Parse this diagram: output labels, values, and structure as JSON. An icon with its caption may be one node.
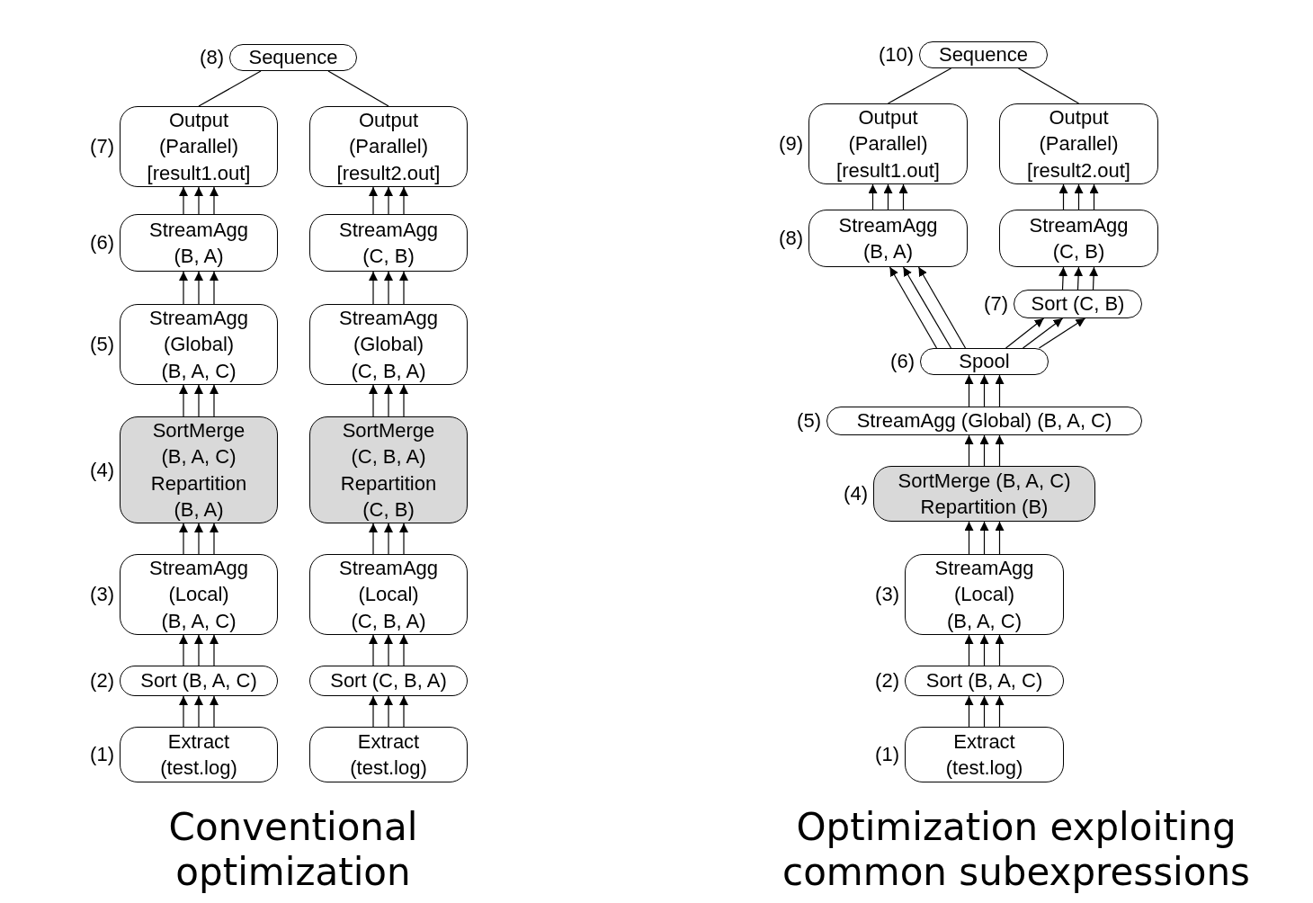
{
  "diagram": {
    "nodes": [
      {
        "text": [
          "Sequence"
        ],
        "beside": [
          "(8)"
        ]
      },
      {
        "text": [
          "Output (Parallel) [result1.out]"
        ],
        "beside": [
          "(7)"
        ]
      },
      {
        "text": [
          "Output (Parallel) [result2.out]"
        ]
      },
      {
        "text": [
          "StreamAgg (B, A)"
        ],
        "beside": [
          "(6)"
        ]
      },
      {
        "text": [
          "StreamAgg (C, B)"
        ]
      },
      {
        "text": [
          "StreamAgg (Global) (B, A, C)"
        ],
        "beside": [
          "(5)"
        ]
      },
      {
        "text": [
          "StreamAgg (Global) (C, B, A)"
        ]
      },
      {
        "text": [
          "SortMerge (B, A, C) Repartition (B, A)"
        ],
        "beside": [
          "(4)"
        ]
      },
      {
        "text": [
          "SortMerge (C, B, A) Repartition (C, B)"
        ]
      },
      {
        "text": [
          "StreamAgg (Local) (B, A, C)"
        ],
        "beside": [
          "(3)"
        ]
      },
      {
        "text": [
          "StreamAgg (Local) (C, B, A)"
        ]
      },
      {
        "text": [
          "Sort (B, A, C)"
        ],
        "beside": [
          "(2)"
        ]
      },
      {
        "text": [
          "Sort (C, B, A)"
        ]
      },
      {
        "text": [
          "Extract (test.log)"
        ],
        "beside": [
          "(1)"
        ]
      },
      {
        "text": [
          "Extract (test.log)"
        ]
      },
      {
        "text": [
          "Sequence"
        ],
        "beside": [
          "(10)"
        ]
      },
      {
        "text": [
          "Output (Parallel) [result1.out]"
        ],
        "beside": [
          "(9)"
        ]
      },
      {
        "text": [
          "Output (Parallel) [result2.out]"
        ]
      },
      {
        "text": [
          "StreamAgg (B, A)"
        ],
        "beside": [
          "(8)"
        ]
      },
      {
        "text": [
          "StreamAgg (C, B)"
        ]
      },
      {
        "text": [
          "Sort (C, B)"
        ],
        "beside": [
          "(7)"
        ]
      },
      {
        "text": [
          "Spool"
        ],
        "beside": [
          "(6)"
        ]
      },
      {
        "text": [
          "StreamAgg (Global) (B, A, C)"
        ],
        "beside": [
          "(5)"
        ]
      },
      {
        "text": [
          "SortMerge (B, A, C) Repartition (B)"
        ],
        "beside": [
          "(4)"
        ]
      },
      {
        "text": [
          "StreamAgg (Local) (B, A, C)"
        ],
        "beside": [
          "(3)"
        ]
      },
      {
        "text": [
          "Sort (B, A, C)"
        ],
        "beside": [
          "(2)"
        ]
      },
      {
        "text": [
          "Extract (test.log)"
        ],
        "beside": [
          "(1)"
        ]
      }
    ],
    "edges": [
      {
        "from": 0,
        "to": 1,
        "arrow": "none"
      },
      {
        "from": 0,
        "to": 2,
        "arrow": "none"
      },
      {
        "from": 3,
        "to": 1,
        "arrow": "to"
      },
      {
        "from": 3,
        "to": 1,
        "arrow": "to"
      },
      {
        "from": 3,
        "to": 1,
        "arrow": "to"
      },
      {
        "from": 4,
        "to": 2,
        "arrow": "to"
      },
      {
        "from": 4,
        "to": 2,
        "arrow": "to"
      },
      {
        "from": 4,
        "to": 2,
        "arrow": "to"
      },
      {
        "from": 5,
        "to": 3,
        "arrow": "to"
      },
      {
        "from": 5,
        "to": 3,
        "arrow": "to"
      },
      {
        "from": 5,
        "to": 3,
        "arrow": "to"
      },
      {
        "from": 6,
        "to": 4,
        "arrow": "to"
      },
      {
        "from": 6,
        "to": 4,
        "arrow": "to"
      },
      {
        "from": 6,
        "to": 4,
        "arrow": "to"
      },
      {
        "from": 7,
        "to": 5,
        "arrow": "to"
      },
      {
        "from": 7,
        "to": 5,
        "arrow": "to"
      },
      {
        "from": 7,
        "to": 5,
        "arrow": "to"
      },
      {
        "from": 8,
        "to": 6,
        "arrow": "to"
      },
      {
        "from": 8,
        "to": 6,
        "arrow": "to"
      },
      {
        "from": 8,
        "to": 6,
        "arrow": "to"
      },
      {
        "from": 9,
        "to": 7,
        "arrow": "to"
      },
      {
        "from": 9,
        "to": 7,
        "arrow": "to"
      },
      {
        "from": 9,
        "to": 7,
        "arrow": "to"
      },
      {
        "from": 10,
        "to": 8,
        "arrow": "to"
      },
      {
        "from": 10,
        "to": 8,
        "arrow": "to"
      },
      {
        "from": 10,
        "to": 8,
        "arrow": "to"
      },
      {
        "from": 11,
        "to": 9,
        "arrow": "to"
      },
      {
        "from": 11,
        "to": 9,
        "arrow": "to"
      },
      {
        "from": 11,
        "to": 9,
        "arrow": "to"
      },
      {
        "from": 12,
        "to": 10,
        "arrow": "to"
      },
      {
        "from": 12,
        "to": 10,
        "arrow": "to"
      },
      {
        "from": 12,
        "to": 10,
        "arrow": "to"
      },
      {
        "from": 13,
        "to": 11,
        "arrow": "to"
      },
      {
        "from": 13,
        "to": 11,
        "arrow": "to"
      },
      {
        "from": 13,
        "to": 11,
        "arrow": "to"
      },
      {
        "from": 14,
        "to": 12,
        "arrow": "to"
      },
      {
        "from": 14,
        "to": 12,
        "arrow": "to"
      },
      {
        "from": 14,
        "to": 12,
        "arrow": "to"
      },
      {
        "from": 15,
        "to": 16,
        "arrow": "none"
      },
      {
        "from": 15,
        "to": 17,
        "arrow": "none"
      },
      {
        "from": 18,
        "to": 16,
        "arrow": "to"
      },
      {
        "from": 18,
        "to": 16,
        "arrow": "to"
      },
      {
        "from": 18,
        "to": 16,
        "arrow": "to"
      },
      {
        "from": 19,
        "to": 17,
        "arrow": "to"
      },
      {
        "from": 19,
        "to": 17,
        "arrow": "to"
      },
      {
        "from": 19,
        "to": 17,
        "arrow": "to"
      },
      {
        "from": 20,
        "to": 19,
        "arrow": "to"
      },
      {
        "from": 20,
        "to": 19,
        "arrow": "to"
      },
      {
        "from": 20,
        "to": 19,
        "arrow": "to"
      },
      {
        "from": 21,
        "to": 18,
        "arrow": "to"
      },
      {
        "from": 21,
        "to": 18,
        "arrow": "to"
      },
      {
        "from": 21,
        "to": 18,
        "arrow": "to"
      },
      {
        "from": 21,
        "to": 20,
        "arrow": "to"
      },
      {
        "from": 21,
        "to": 20,
        "arrow": "to"
      },
      {
        "from": 21,
        "to": 20,
        "arrow": "to"
      },
      {
        "from": 22,
        "to": 21,
        "arrow": "to"
      },
      {
        "from": 22,
        "to": 21,
        "arrow": "to"
      },
      {
        "from": 22,
        "to": 21,
        "arrow": "to"
      },
      {
        "from": 23,
        "to": 22,
        "arrow": "to"
      },
      {
        "from": 23,
        "to": 22,
        "arrow": "to"
      },
      {
        "from": 23,
        "to": 22,
        "arrow": "to"
      },
      {
        "from": 24,
        "to": 23,
        "arrow": "to"
      },
      {
        "from": 24,
        "to": 23,
        "arrow": "to"
      },
      {
        "from": 24,
        "to": 23,
        "arrow": "to"
      },
      {
        "from": 25,
        "to": 24,
        "arrow": "to"
      },
      {
        "from": 25,
        "to": 24,
        "arrow": "to"
      },
      {
        "from": 25,
        "to": 24,
        "arrow": "to"
      },
      {
        "from": 26,
        "to": 25,
        "arrow": "to"
      },
      {
        "from": 26,
        "to": 25,
        "arrow": "to"
      },
      {
        "from": 26,
        "to": 25,
        "arrow": "to"
      }
    ],
    "labels": [
      "Conventional optimization",
      "Optimization exploiting common subexpressions"
    ]
  }
}
